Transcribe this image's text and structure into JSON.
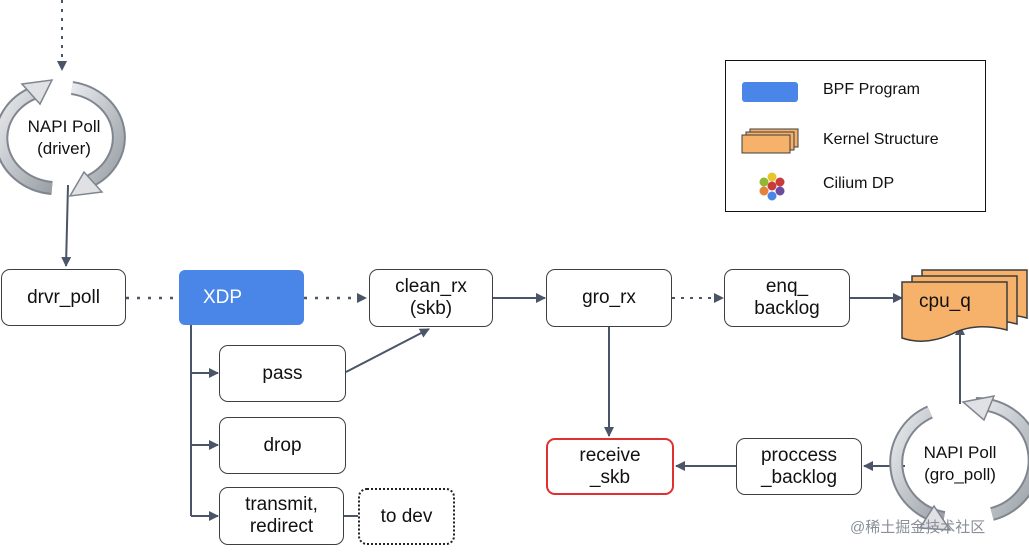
{
  "legend": {
    "bpf_program": "BPF Program",
    "kernel_structure": "Kernel Structure",
    "cilium_dp": "Cilium DP"
  },
  "nodes": {
    "napi_poll_driver": "NAPI Poll\n(driver)",
    "drvr_poll": "drvr_poll",
    "xdp": "XDP",
    "clean_rx": "clean_rx\n(skb)",
    "gro_rx": "gro_rx",
    "enq_backlog": "enq_\nbacklog",
    "cpu_q": "cpu_q",
    "pass": "pass",
    "drop": "drop",
    "transmit_redirect": "transmit,\nredirect",
    "to_dev": "to dev",
    "receive_skb": "receive\n_skb",
    "process_backlog": "proccess\n_backlog",
    "napi_poll_gro": "NAPI Poll\n(gro_poll)"
  },
  "colors": {
    "bpf": "#4a86e8",
    "kernel": "#f6b26b",
    "highlight": "#e03030",
    "arrow": "#4a5568"
  },
  "watermark": "@稀土掘金技术社区"
}
